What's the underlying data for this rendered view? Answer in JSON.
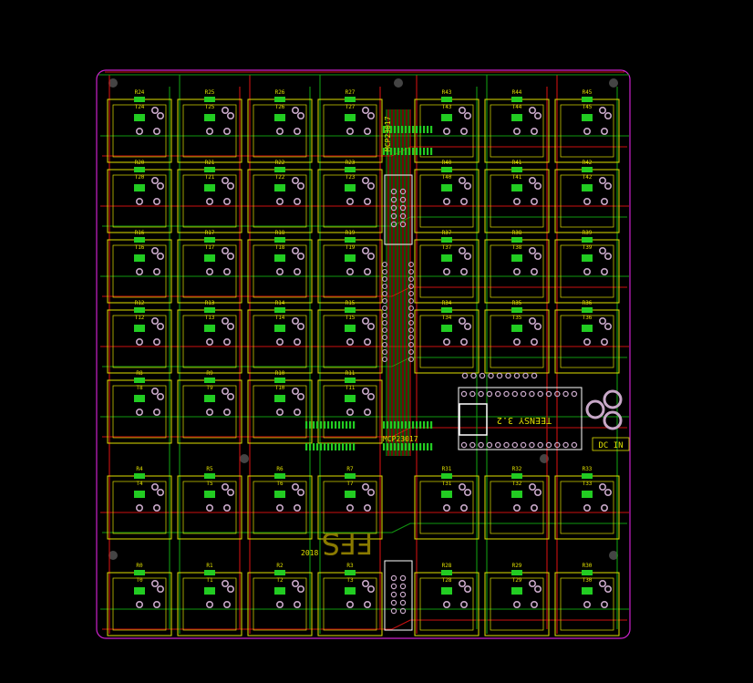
{
  "colors": {
    "background": "#000000",
    "outline": "#cc22cc",
    "silk": "#e0e000",
    "pad": "#22cc22",
    "via": "#c8a8c8",
    "trace_top": "#cc1111",
    "trace_bottom": "#119911"
  },
  "board": {
    "year": "2018",
    "logo": "FFS",
    "mcu_label": "TEENSY 3.2",
    "power_label": "DC IN",
    "expander_top_label": "MCP23017",
    "expander_bottom_label": "MCP23017"
  },
  "switch_grid": {
    "columns": 7,
    "rows": 7,
    "switches": [
      {
        "row": 0,
        "col": 0,
        "r": "R24",
        "t": "T24"
      },
      {
        "row": 0,
        "col": 1,
        "r": "R25",
        "t": "T25"
      },
      {
        "row": 0,
        "col": 2,
        "r": "R26",
        "t": "T26"
      },
      {
        "row": 0,
        "col": 3,
        "r": "R27",
        "t": "T27"
      },
      {
        "row": 0,
        "col": 4,
        "r": "R43",
        "t": "T43"
      },
      {
        "row": 0,
        "col": 5,
        "r": "R44",
        "t": "T44"
      },
      {
        "row": 0,
        "col": 6,
        "r": "R45",
        "t": "T45"
      },
      {
        "row": 1,
        "col": 0,
        "r": "R20",
        "t": "T20"
      },
      {
        "row": 1,
        "col": 1,
        "r": "R21",
        "t": "T21"
      },
      {
        "row": 1,
        "col": 2,
        "r": "R22",
        "t": "T22"
      },
      {
        "row": 1,
        "col": 3,
        "r": "R23",
        "t": "T23"
      },
      {
        "row": 1,
        "col": 4,
        "r": "R40",
        "t": "T40"
      },
      {
        "row": 1,
        "col": 5,
        "r": "R41",
        "t": "T41"
      },
      {
        "row": 1,
        "col": 6,
        "r": "R42",
        "t": "T42"
      },
      {
        "row": 2,
        "col": 0,
        "r": "R16",
        "t": "T16"
      },
      {
        "row": 2,
        "col": 1,
        "r": "R17",
        "t": "T17"
      },
      {
        "row": 2,
        "col": 2,
        "r": "R18",
        "t": "T18"
      },
      {
        "row": 2,
        "col": 3,
        "r": "R19",
        "t": "T19"
      },
      {
        "row": 2,
        "col": 4,
        "r": "R37",
        "t": "T37"
      },
      {
        "row": 2,
        "col": 5,
        "r": "R38",
        "t": "T38"
      },
      {
        "row": 2,
        "col": 6,
        "r": "R39",
        "t": "T39"
      },
      {
        "row": 3,
        "col": 0,
        "r": "R12",
        "t": "T12"
      },
      {
        "row": 3,
        "col": 1,
        "r": "R13",
        "t": "T13"
      },
      {
        "row": 3,
        "col": 2,
        "r": "R14",
        "t": "T14"
      },
      {
        "row": 3,
        "col": 3,
        "r": "R15",
        "t": "T15"
      },
      {
        "row": 3,
        "col": 4,
        "r": "R34",
        "t": "T34"
      },
      {
        "row": 3,
        "col": 5,
        "r": "R35",
        "t": "T35"
      },
      {
        "row": 3,
        "col": 6,
        "r": "R36",
        "t": "T36"
      },
      {
        "row": 4,
        "col": 0,
        "r": "R8",
        "t": "T8"
      },
      {
        "row": 4,
        "col": 1,
        "r": "R9",
        "t": "T9"
      },
      {
        "row": 4,
        "col": 2,
        "r": "R10",
        "t": "T10"
      },
      {
        "row": 4,
        "col": 3,
        "r": "R11",
        "t": "T11"
      },
      {
        "row": 5,
        "col": 0,
        "r": "R4",
        "t": "T4"
      },
      {
        "row": 5,
        "col": 1,
        "r": "R5",
        "t": "T5"
      },
      {
        "row": 5,
        "col": 2,
        "r": "R6",
        "t": "T6"
      },
      {
        "row": 5,
        "col": 3,
        "r": "R7",
        "t": "T7"
      },
      {
        "row": 5,
        "col": 4,
        "r": "R31",
        "t": "T31"
      },
      {
        "row": 5,
        "col": 5,
        "r": "R32",
        "t": "T32"
      },
      {
        "row": 5,
        "col": 6,
        "r": "R33",
        "t": "T33"
      },
      {
        "row": 6,
        "col": 0,
        "r": "R0",
        "t": "T0"
      },
      {
        "row": 6,
        "col": 1,
        "r": "R1",
        "t": "T1"
      },
      {
        "row": 6,
        "col": 2,
        "r": "R2",
        "t": "T2"
      },
      {
        "row": 6,
        "col": 3,
        "r": "R3",
        "t": "T3"
      },
      {
        "row": 6,
        "col": 4,
        "r": "R28",
        "t": "T28"
      },
      {
        "row": 6,
        "col": 5,
        "r": "R29",
        "t": "T29"
      },
      {
        "row": 6,
        "col": 6,
        "r": "R30",
        "t": "T30"
      }
    ]
  }
}
